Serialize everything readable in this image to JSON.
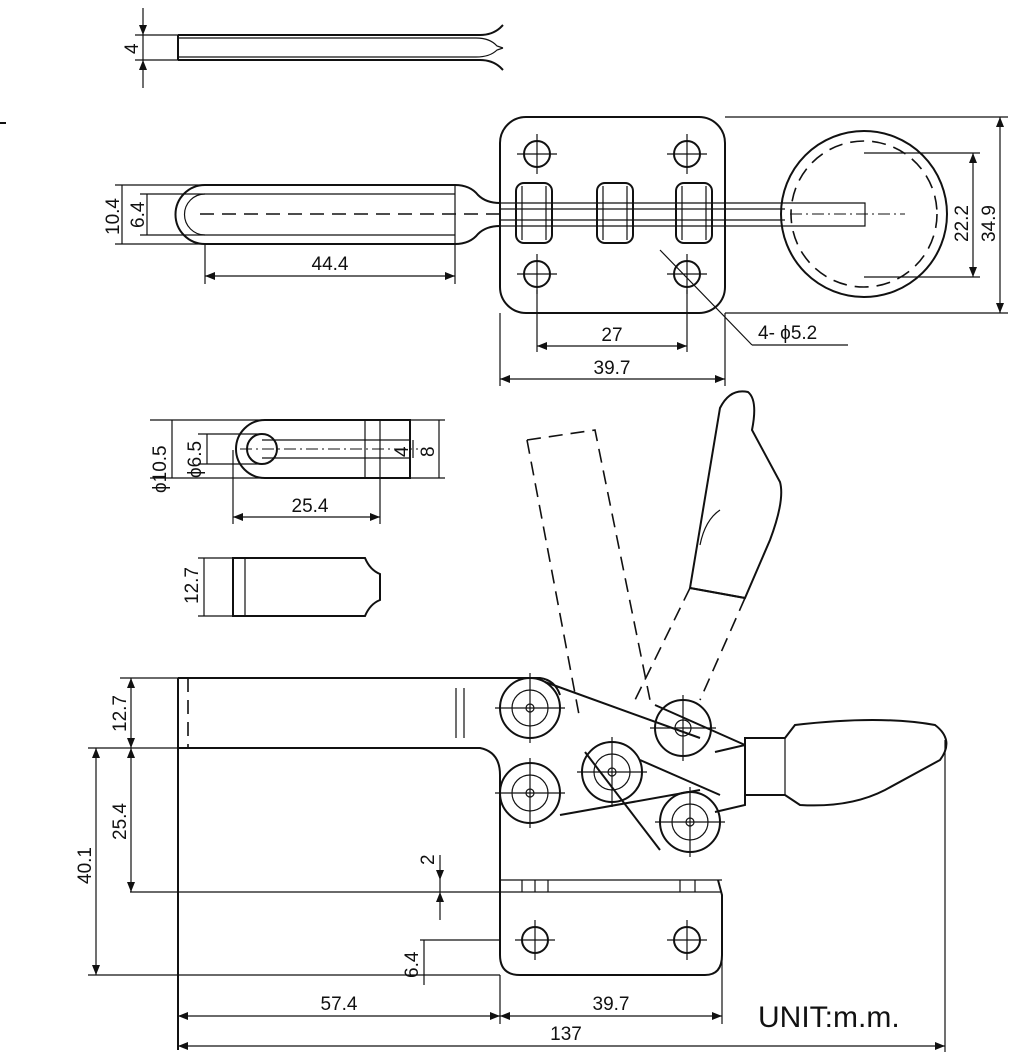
{
  "drawing": {
    "unit_label": "UNIT:m.m.",
    "dimensions": {
      "handle_thickness": "4",
      "handle_height_outer": "10.4",
      "handle_height_inner": "6.4",
      "handle_length": "44.4",
      "base_hole_spacing": "27",
      "base_width": "39.7",
      "hole_spec": "4- ϕ5.2",
      "pad_diameter_inner": "22.2",
      "pad_diameter_outer": "34.9",
      "bar_diameter_outer": "ϕ10.5",
      "bar_diameter_inner": "ϕ6.5",
      "slot_width": "4",
      "bar_height": "8",
      "bar_length": "25.4",
      "bar_thickness": "12.7",
      "side_top": "12.7",
      "side_middle": "25.4",
      "side_total": "40.1",
      "base_gap": "2",
      "base_plate": "6.4",
      "bottom_left": "57.4",
      "bottom_base": "39.7",
      "overall_length": "137"
    }
  }
}
